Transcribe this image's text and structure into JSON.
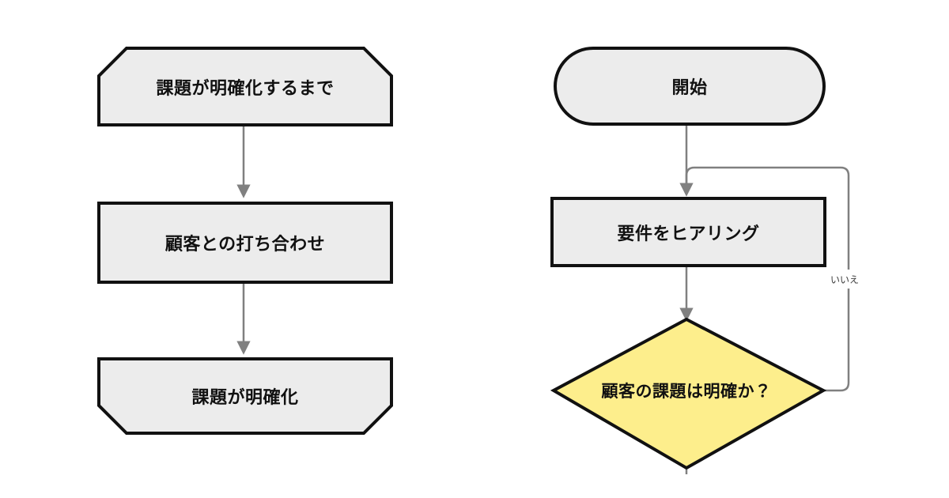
{
  "diagram": {
    "title": "",
    "background_color": "#ffffff",
    "colors": {
      "process_fill": "#ececec",
      "decision_fill": "#fdee8c",
      "node_stroke": "#111111",
      "connector_stroke": "#808080",
      "text": "#111111",
      "edge_label_text": "#3a3a3a"
    },
    "left_flow": {
      "name": "loop-group",
      "nodes": [
        {
          "id": "loop-start",
          "label": "課題が明確化するまで",
          "shape": "loop-limit-start",
          "fill": "#ececec"
        },
        {
          "id": "meeting",
          "label": "顧客との打ち合わせ",
          "shape": "rectangle",
          "fill": "#ececec"
        },
        {
          "id": "loop-end",
          "label": "課題が明確化",
          "shape": "loop-limit-end",
          "fill": "#ececec"
        }
      ],
      "edges": [
        {
          "from": "loop-start",
          "to": "meeting",
          "label": "",
          "arrow": true
        },
        {
          "from": "meeting",
          "to": "loop-end",
          "label": "",
          "arrow": true
        }
      ]
    },
    "right_flow": {
      "name": "decision-group",
      "nodes": [
        {
          "id": "start",
          "label": "開始",
          "shape": "stadium",
          "fill": "#ececec"
        },
        {
          "id": "hearing",
          "label": "要件をヒアリング",
          "shape": "rectangle",
          "fill": "#ececec"
        },
        {
          "id": "decision",
          "label": "顧客の課題は明確か？",
          "shape": "diamond",
          "fill": "#fdee8c"
        }
      ],
      "edges": [
        {
          "from": "start",
          "to": "hearing",
          "label": "",
          "arrow": true
        },
        {
          "from": "hearing",
          "to": "decision",
          "label": "",
          "arrow": true
        },
        {
          "from": "decision",
          "to": "hearing",
          "label": "いいえ",
          "arrow": false
        },
        {
          "from": "decision",
          "to": "",
          "label": "",
          "arrow": false
        }
      ]
    }
  }
}
